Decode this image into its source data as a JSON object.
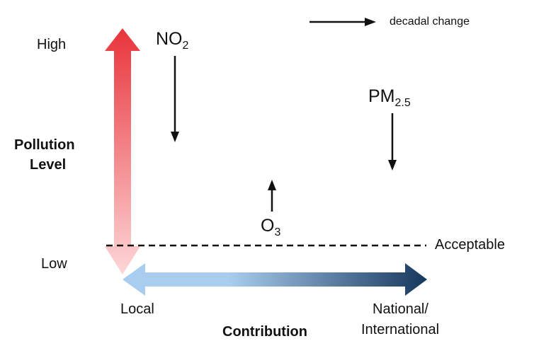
{
  "legend": {
    "label": "decadal change",
    "arrow_icon": "arrow-right-icon"
  },
  "y_axis": {
    "label_line1": "Pollution",
    "label_line2": "Level",
    "high": "High",
    "low": "Low",
    "gradient": [
      "#e8343a",
      "#fdd7d8"
    ]
  },
  "x_axis": {
    "label": "Contribution",
    "local": "Local",
    "national_line1": "National/",
    "national_line2": "International",
    "gradient": [
      "#a9cdee",
      "#17375e"
    ]
  },
  "threshold": {
    "label": "Acceptable"
  },
  "pollutants": [
    {
      "base": "NO",
      "sub": "2",
      "change": "down"
    },
    {
      "base": "PM",
      "sub": "2.5",
      "change": "down"
    },
    {
      "base": "O",
      "sub": "3",
      "change": "up"
    }
  ]
}
